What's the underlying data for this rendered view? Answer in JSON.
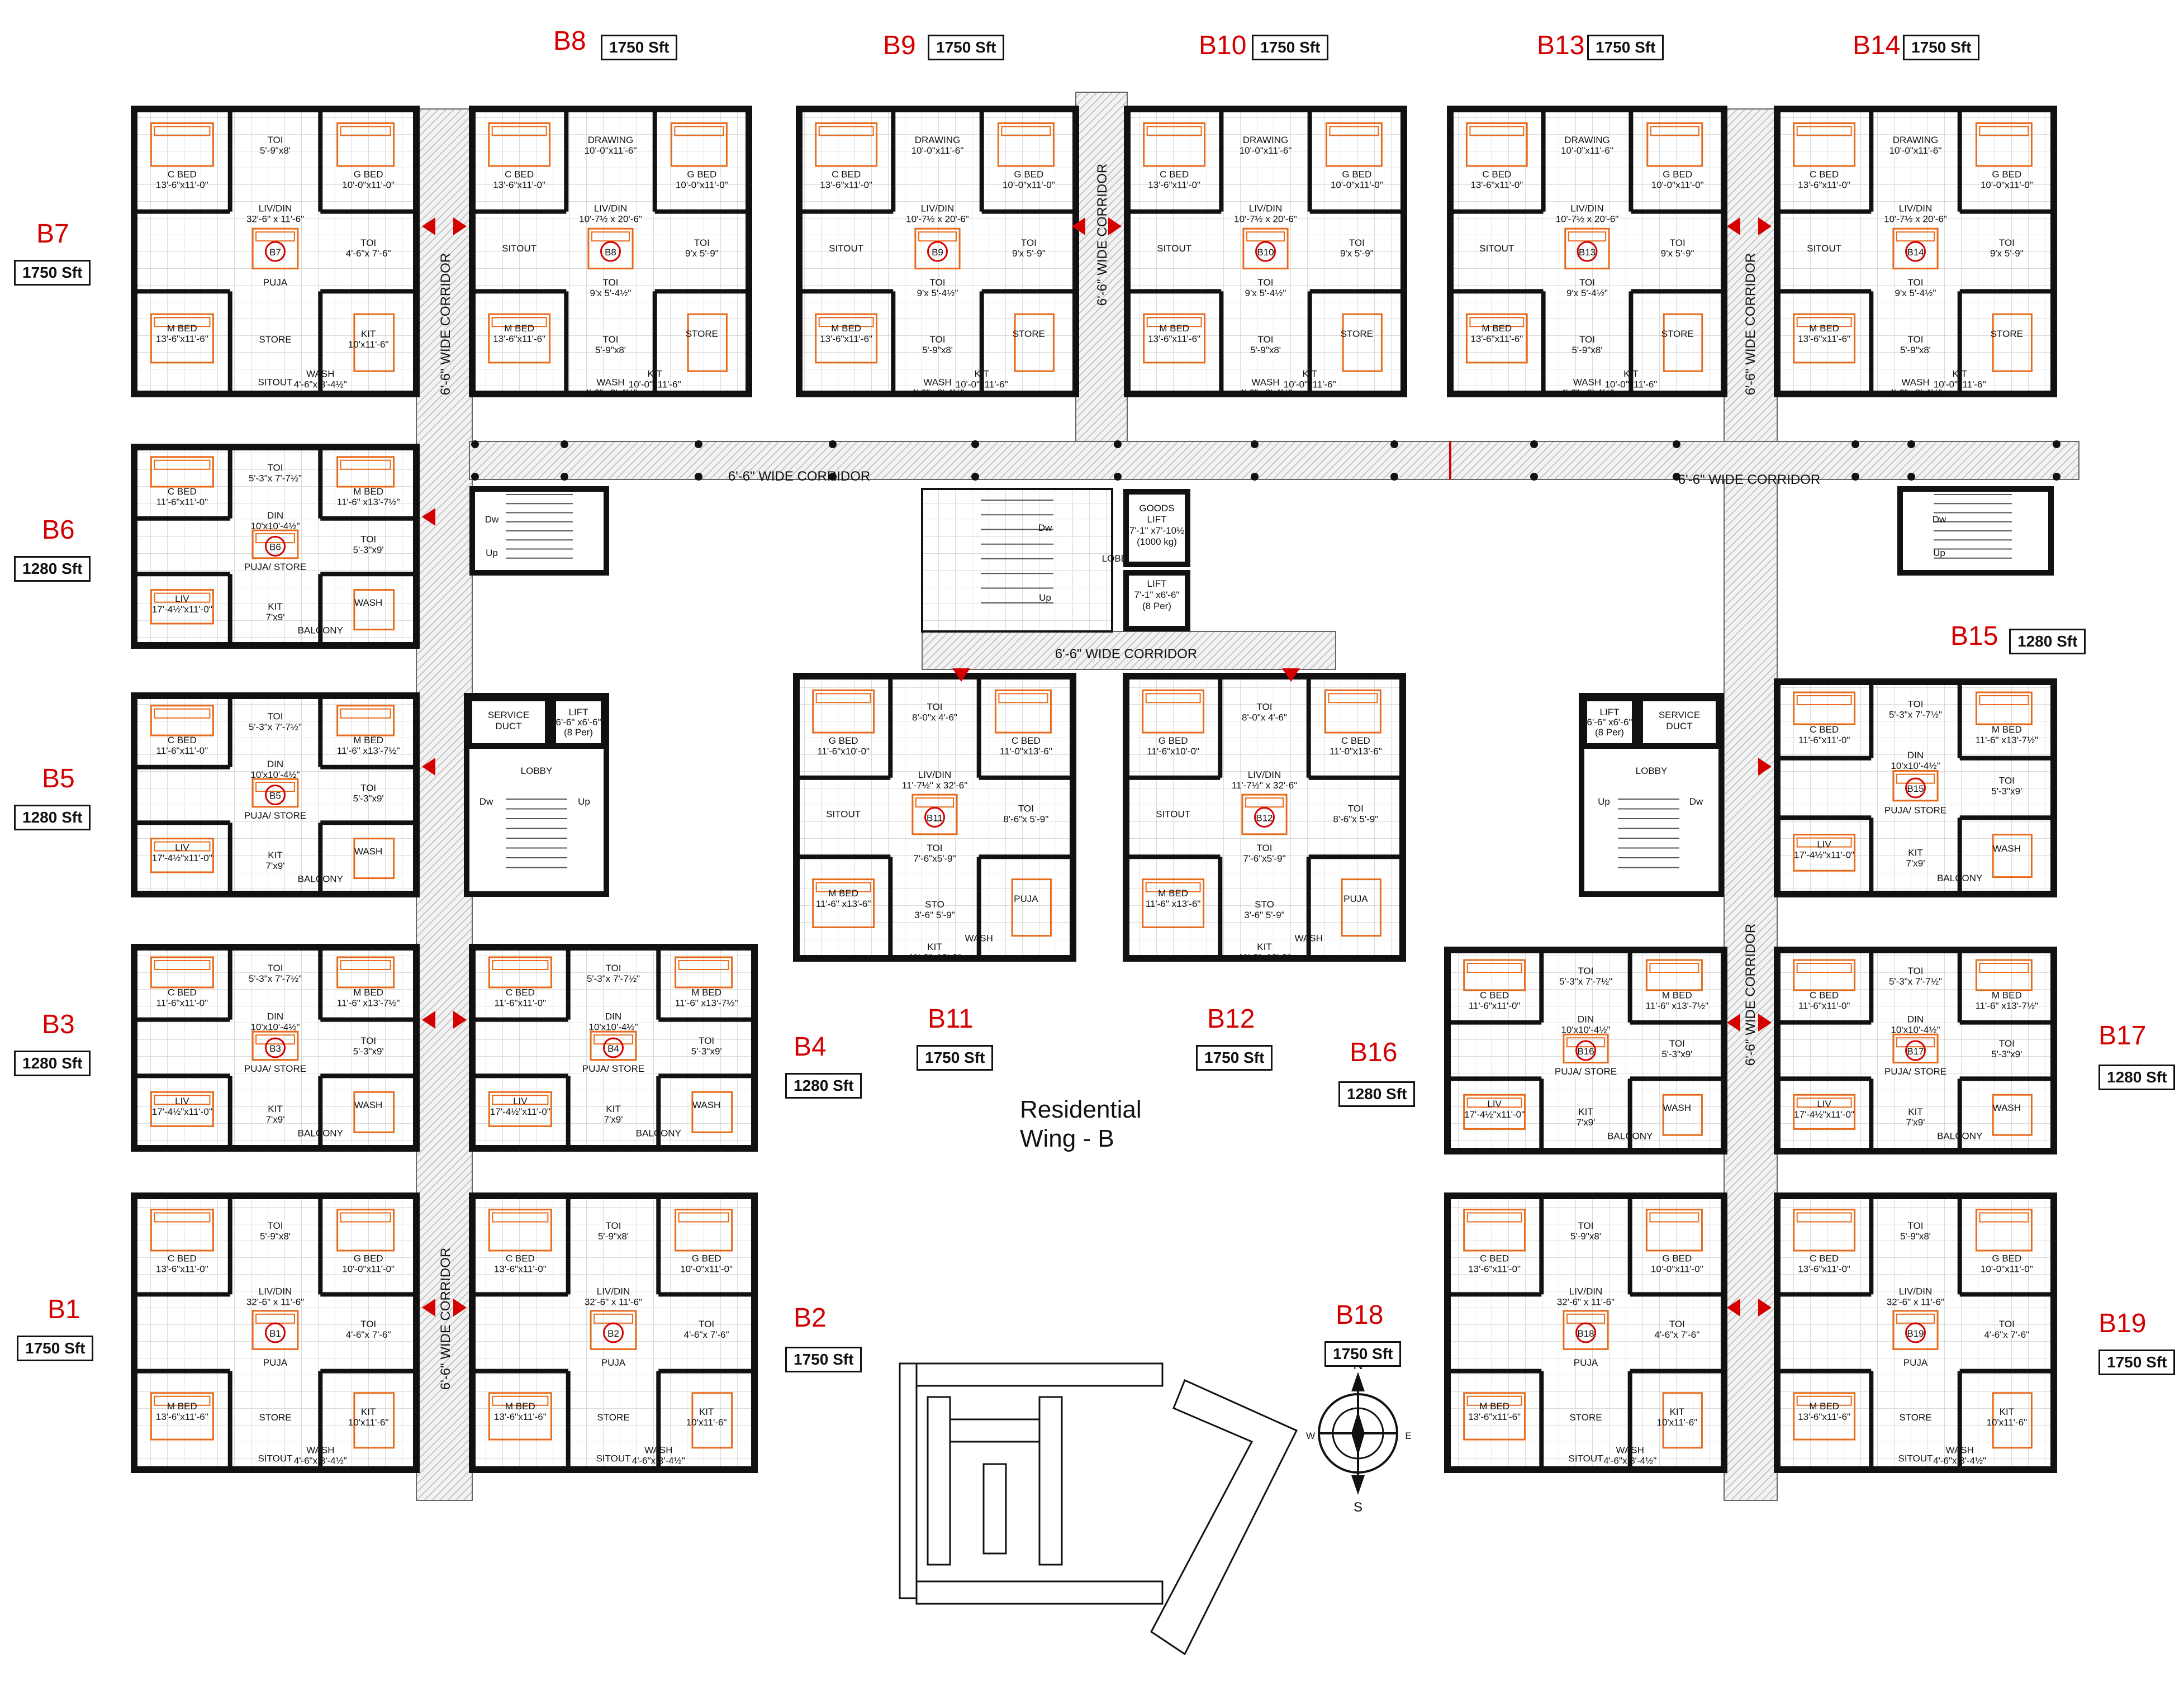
{
  "units": [
    {
      "id": "B1",
      "area": "1750 Sft"
    },
    {
      "id": "B2",
      "area": "1750 Sft"
    },
    {
      "id": "B3",
      "area": "1280 Sft"
    },
    {
      "id": "B4",
      "area": "1280 Sft"
    },
    {
      "id": "B5",
      "area": "1280 Sft"
    },
    {
      "id": "B6",
      "area": "1280 Sft"
    },
    {
      "id": "B7",
      "area": "1750 Sft"
    },
    {
      "id": "B8",
      "area": "1750 Sft"
    },
    {
      "id": "B9",
      "area": "1750 Sft"
    },
    {
      "id": "B10",
      "area": "1750 Sft"
    },
    {
      "id": "B11",
      "area": "1750 Sft"
    },
    {
      "id": "B12",
      "area": "1750 Sft"
    },
    {
      "id": "B13",
      "area": "1750 Sft"
    },
    {
      "id": "B14",
      "area": "1750 Sft"
    },
    {
      "id": "B15",
      "area": "1280 Sft"
    },
    {
      "id": "B16",
      "area": "1280 Sft"
    },
    {
      "id": "B17",
      "area": "1280 Sft"
    },
    {
      "id": "B18",
      "area": "1750 Sft"
    },
    {
      "id": "B19",
      "area": "1750 Sft"
    }
  ],
  "corridor_label": "6'-6\"  WIDE CORRIDOR",
  "title_lines": [
    "Residential",
    "Wing   - B"
  ],
  "compass": {
    "n": "N",
    "s": "S",
    "e": "E",
    "w": "W"
  },
  "core": {
    "lobby": "LOBBY",
    "goods_lift": [
      "GOODS",
      "LIFT",
      "7'-1\" x7'-10½",
      "(1000 kg)"
    ],
    "lift": [
      "LIFT",
      "7'-1\" x6'-6\"",
      "(8 Per)"
    ],
    "service_duct": [
      "SERVICE",
      "DUCT"
    ],
    "side_lift": [
      "LIFT",
      "6'-6\" x6'-6\"",
      "(8 Per)"
    ],
    "up": "Up",
    "dw": "Dw"
  },
  "rooms_1750": [
    {
      "name": "C BED",
      "dim": "13'-6\"x11'-0\""
    },
    {
      "name": "G BED",
      "dim": "10'-0\"x11'-0\""
    },
    {
      "name": "M BED",
      "dim": "13'-6\"x11'-6\""
    },
    {
      "name": "LIV/DIN",
      "dim": "32'-6\" x 11'-6\""
    },
    {
      "name": "TOI",
      "dim": "5'-9\"x8'"
    },
    {
      "name": "TOI",
      "dim": "4'-6\"x 7'-6\""
    },
    {
      "name": "PUJA",
      "dim": ""
    },
    {
      "name": "STORE",
      "dim": ""
    },
    {
      "name": "KIT",
      "dim": "10'x11'-6\""
    },
    {
      "name": "WASH",
      "dim": "4'-6\"x 8'-4½\""
    },
    {
      "name": "SITOUT",
      "dim": ""
    }
  ],
  "rooms_1280": [
    {
      "name": "C BED",
      "dim": "11'-6\"x11'-0\""
    },
    {
      "name": "M BED",
      "dim": "11'-6\" x13'-7½\""
    },
    {
      "name": "LIV",
      "dim": "17'-4½\"x11'-0\""
    },
    {
      "name": "DIN",
      "dim": "10'x10'-4½\""
    },
    {
      "name": "TOI",
      "dim": "5'-3\"x 7'-7½\""
    },
    {
      "name": "TOI",
      "dim": "5'-3\"x9'"
    },
    {
      "name": "PUJA/ STORE",
      "dim": ""
    },
    {
      "name": "KIT",
      "dim": "7'x9'"
    },
    {
      "name": "WASH",
      "dim": ""
    },
    {
      "name": "BALCONY",
      "dim": ""
    }
  ],
  "rooms_center": [
    {
      "name": "G BED",
      "dim": "11'-6\"x10'-0\""
    },
    {
      "name": "C BED",
      "dim": "11'-0\"x13'-6\""
    },
    {
      "name": "M BED",
      "dim": "11'-6\" x13'-6\""
    },
    {
      "name": "LIV/DIN",
      "dim": "11'-7½\" x 32'-6\""
    },
    {
      "name": "TOI",
      "dim": "8'-0\"x 4'-6\""
    },
    {
      "name": "TOI",
      "dim": "8'-6\"x 5'-9\""
    },
    {
      "name": "TOI",
      "dim": "7'-6\"x5'-9\""
    },
    {
      "name": "STO",
      "dim": "3'-6\" 5'-9\""
    },
    {
      "name": "PUJA",
      "dim": ""
    },
    {
      "name": "WASH",
      "dim": ""
    },
    {
      "name": "KIT",
      "dim": "11'-0\"x10'-0\""
    },
    {
      "name": "SITOUT",
      "dim": ""
    }
  ],
  "rooms_top": [
    {
      "name": "C BED",
      "dim": "13'-6\"x11'-0\""
    },
    {
      "name": "G BED",
      "dim": "10'-0\"x11'-0\""
    },
    {
      "name": "M BED",
      "dim": "13'-6\"x11'-6\""
    },
    {
      "name": "LIV/DIN",
      "dim": "10'-7½ x 20'-6\""
    },
    {
      "name": "DRAWING",
      "dim": "10'-0\"x11'-6\""
    },
    {
      "name": "TOI",
      "dim": "9'x 5'-9\""
    },
    {
      "name": "TOI",
      "dim": "9'x 5'-4½\""
    },
    {
      "name": "TOI",
      "dim": "5'-9\"x8'"
    },
    {
      "name": "STORE",
      "dim": ""
    },
    {
      "name": "KIT",
      "dim": "10'-0\"x11'-6\""
    },
    {
      "name": "WASH",
      "dim": "4'-6\"x 8'-4½\""
    },
    {
      "name": "SITOUT",
      "dim": ""
    }
  ]
}
